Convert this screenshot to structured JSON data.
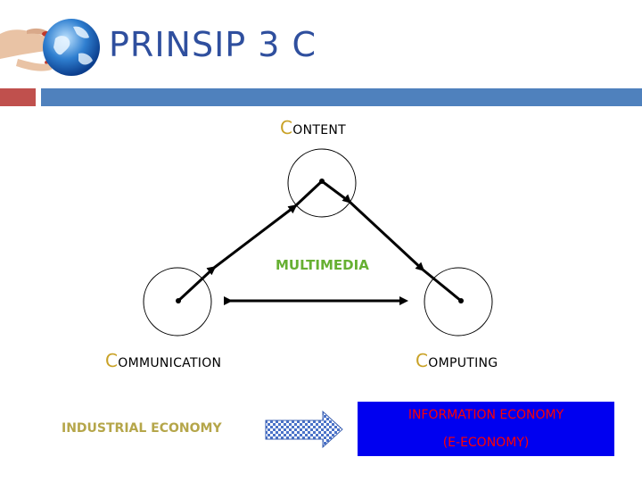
{
  "title": "PRINSIP 3 C",
  "nodes": {
    "content": {
      "initial": "C",
      "rest": "ONTENT"
    },
    "communication": {
      "initial": "C",
      "rest": "OMMUNICATION"
    },
    "computing": {
      "initial": "C",
      "rest": "OMPUTING"
    }
  },
  "center_label": "MULTIMEDIA",
  "economy": {
    "from": "INDUSTRIAL ECONOMY",
    "to_line1": "INFORMATION ECONOMY",
    "to_line2": "(E-ECONOMY)"
  }
}
